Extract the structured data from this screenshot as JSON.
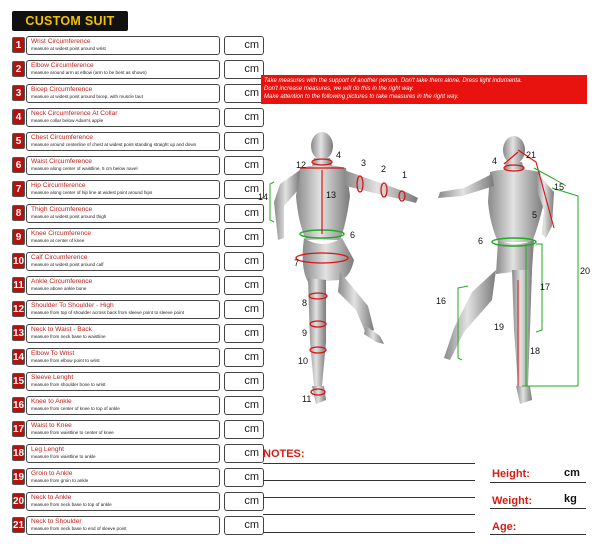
{
  "title": "CUSTOM SUIT",
  "unit_label": "cm",
  "rows": [
    {
      "n": "1",
      "title": "Wrist Circumference",
      "sub": "measure at widest point around wrist"
    },
    {
      "n": "2",
      "title": "Elbow Circumference",
      "sub": "measure around arm at elbow (arm to be bent as shown)"
    },
    {
      "n": "3",
      "title": "Bicep Circumference",
      "sub": "measure at widest point around bicep, with muscle taut"
    },
    {
      "n": "4",
      "title": "Neck Circumference At Collar",
      "sub": "measure collar below Adam's apple"
    },
    {
      "n": "5",
      "title": "Chest Circumference",
      "sub": "measure around centerline of chest at widest point standing straight up and down"
    },
    {
      "n": "6",
      "title": "Waist Circumference",
      "sub": "measure along center of waistline, 5 cm below navel"
    },
    {
      "n": "7",
      "title": "Hip Circumference",
      "sub": "measure along center of hip line at widest point around hips"
    },
    {
      "n": "8",
      "title": "Thigh Circumference",
      "sub": "measure at widest point around thigh"
    },
    {
      "n": "9",
      "title": "Knee Circumference",
      "sub": "measure at center of knee"
    },
    {
      "n": "10",
      "title": "Calf Circumference",
      "sub": "measure at widest point around calf"
    },
    {
      "n": "11",
      "title": "Ankle Circumference",
      "sub": "measure above ankle bone"
    },
    {
      "n": "12",
      "title": "Shoulder To Shoulder - High",
      "sub": "measure from top of shoulder across back from sleeve point to sleeve point"
    },
    {
      "n": "13",
      "title": "Neck to Waist - Back",
      "sub": "measure from neck base to waistline"
    },
    {
      "n": "14",
      "title": "Elbow To Wrist",
      "sub": "measure from elbow point to wrist"
    },
    {
      "n": "15",
      "title": "Sleeve Lenght",
      "sub": "measure from shoulder bone to wrist"
    },
    {
      "n": "16",
      "title": "Knee to Ankle",
      "sub": "measure from center of knee to top of ankle"
    },
    {
      "n": "17",
      "title": "Waist to Knee",
      "sub": "measure from waistline to center of knee"
    },
    {
      "n": "18",
      "title": "Leg Lenght",
      "sub": "measure from waistline to ankle"
    },
    {
      "n": "19",
      "title": "Groin to Ankle",
      "sub": "measure from groin to ankle"
    },
    {
      "n": "20",
      "title": "Neck to Ankle",
      "sub": "measure from neck base to top of ankle"
    },
    {
      "n": "21",
      "title": "Neck to Shoulder",
      "sub": "measure from neck base to end of sleeve point"
    }
  ],
  "notice": [
    "Take measures with the support of another person. Don't take them alone. Dress light indumenta.",
    "Don't increase measures, we will do this in the right way.",
    "Make attention to the following pictures to take measures in the right way."
  ],
  "figure_back_numbers": [
    "12",
    "4",
    "3",
    "2",
    "1",
    "14",
    "13",
    "6",
    "7",
    "8",
    "9",
    "10",
    "11"
  ],
  "figure_front_numbers": [
    "4",
    "21",
    "15",
    "5",
    "6",
    "20",
    "16",
    "17",
    "19",
    "18"
  ],
  "notes_label": "NOTES:",
  "height_label": "Height:",
  "height_unit": "cm",
  "weight_label": "Weight:",
  "weight_unit": "kg",
  "age_label": "Age:",
  "colors": {
    "accent_red": "#e8130e",
    "title_yellow": "#f2c200",
    "badge_red": "#b5120d"
  }
}
